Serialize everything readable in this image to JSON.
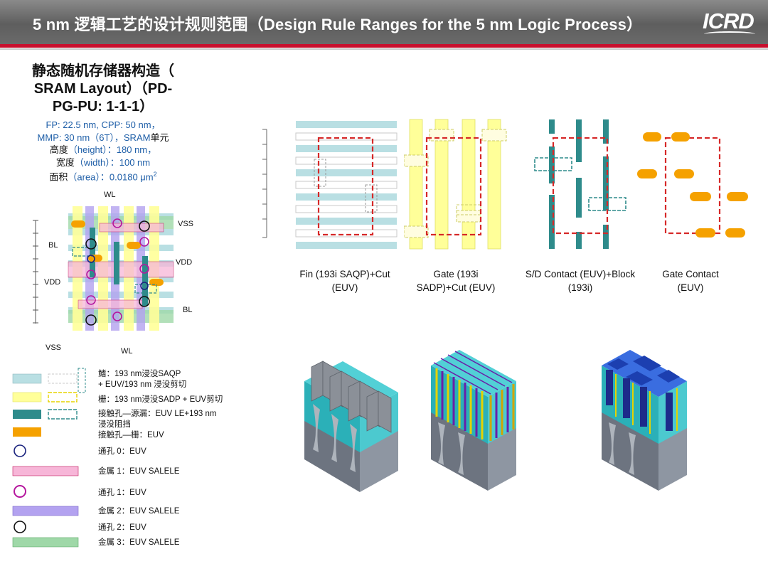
{
  "header": {
    "title": "5 nm 逻辑工艺的设计规则范围（Design Rule Ranges for the 5 nm Logic Process）",
    "logo": "ICRD"
  },
  "sram": {
    "title_line1": "静态随机存储器构造（",
    "title_line2": "SRAM Layout）（PD-",
    "title_line3": "PG-PU: 1-1-1）",
    "params": {
      "line1": "FP: 22.5 nm, CPP: 50 nm，",
      "line2_a": "MMP: 30 nm（6T），SRAM",
      "line2_b": "单元",
      "line3_a": "高度",
      "line3_b": "（height）：180 nm，",
      "line4_a": "宽度",
      "line4_b": "（width）：100 nm",
      "line5_a": "面积",
      "line5_b": "（area）：0.0180 μm",
      "line5_sup": "2"
    },
    "labels": {
      "wl_top": "WL",
      "vss_right": "VSS",
      "bl_left": "BL",
      "vdd_right": "VDD",
      "vdd_left": "VDD",
      "bl_right": "BL",
      "vss_bottom": "VSS",
      "wl_bottom": "WL"
    }
  },
  "steps": [
    {
      "line1": "Fin (193i SAQP)+Cut",
      "line2": "(EUV)"
    },
    {
      "line1": "Gate (193i",
      "line2": "SADP)+Cut (EUV)"
    },
    {
      "line1": "S/D Contact (EUV)+Block",
      "line2": "(193i)"
    },
    {
      "line1": "Gate Contact",
      "line2": "(EUV)"
    }
  ],
  "legend": [
    {
      "line1": "鳍：193 nm浸没SAQP",
      "line2": "+ EUV/193 nm 浸没剪切"
    },
    {
      "line1": "栅：193 nm浸没SADP + EUV剪切"
    },
    {
      "line1": "接触孔—源漏：EUV LE+193 nm",
      "line2": "浸没阻挡"
    },
    {
      "line1": "接触孔—栅：EUV"
    },
    {
      "line1": "通孔 0：EUV"
    },
    {
      "line1": "金属 1：EUV SALELE"
    },
    {
      "line1": "通孔 1：EUV"
    },
    {
      "line1": "金属 2：EUV SALELE"
    },
    {
      "line1": "通孔 2：EUV"
    },
    {
      "line1": "金属 3：EUV SALELE"
    }
  ],
  "colors": {
    "fin": "#b9dfe3",
    "gate": "#ffff99",
    "contact_sd": "#2e8b8b",
    "contact_gate": "#f5a100",
    "via0": "#1a237e",
    "metal1": "#f7b6d8",
    "via1": "#b5179e",
    "metal2": "#b3a2f0",
    "via2": "#111111",
    "metal3": "#9fd8a8",
    "cut": "#d62828",
    "accent_red": "#c8102e"
  }
}
